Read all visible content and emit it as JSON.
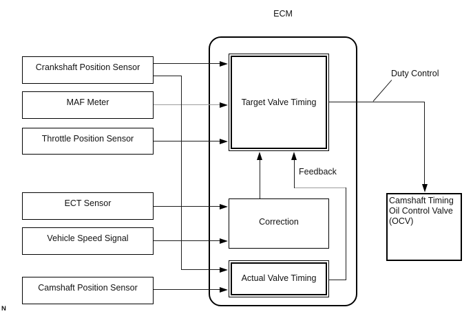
{
  "diagram": {
    "title": "ECM",
    "corner_mark": "N",
    "inputs": [
      {
        "label": "Crankshaft Position Sensor"
      },
      {
        "label": "MAF Meter"
      },
      {
        "label": "Throttle Position Sensor"
      },
      {
        "label": "ECT Sensor"
      },
      {
        "label": "Vehicle Speed Signal"
      },
      {
        "label": "Camshaft Position Sensor"
      }
    ],
    "ecm_blocks": [
      {
        "label": "Target Valve Timing"
      },
      {
        "label": "Correction"
      },
      {
        "label": "Actual Valve Timing"
      }
    ],
    "annotations": {
      "duty_control": "Duty Control",
      "feedback": "Feedback"
    },
    "output": {
      "label": "Camshaft Timing Oil Control Valve (OCV)"
    },
    "connections": [
      {
        "from": "Crankshaft Position Sensor",
        "to": "Target Valve Timing"
      },
      {
        "from": "Crankshaft Position Sensor",
        "to": "Actual Valve Timing"
      },
      {
        "from": "MAF Meter",
        "to": "Target Valve Timing"
      },
      {
        "from": "Throttle Position Sensor",
        "to": "Target Valve Timing"
      },
      {
        "from": "ECT Sensor",
        "to": "Correction"
      },
      {
        "from": "Vehicle Speed Signal",
        "to": "Correction"
      },
      {
        "from": "Camshaft Position Sensor",
        "to": "Actual Valve Timing"
      },
      {
        "from": "Correction",
        "to": "Target Valve Timing"
      },
      {
        "from": "Actual Valve Timing",
        "to": "Target Valve Timing",
        "label": "Feedback"
      },
      {
        "from": "Target Valve Timing",
        "to": "Camshaft Timing Oil Control Valve (OCV)",
        "label": "Duty Control"
      }
    ],
    "colors": {
      "line": "#1a1a1a",
      "muted_line": "#9c9c9c",
      "border": "#000000",
      "background": "#ffffff"
    }
  }
}
